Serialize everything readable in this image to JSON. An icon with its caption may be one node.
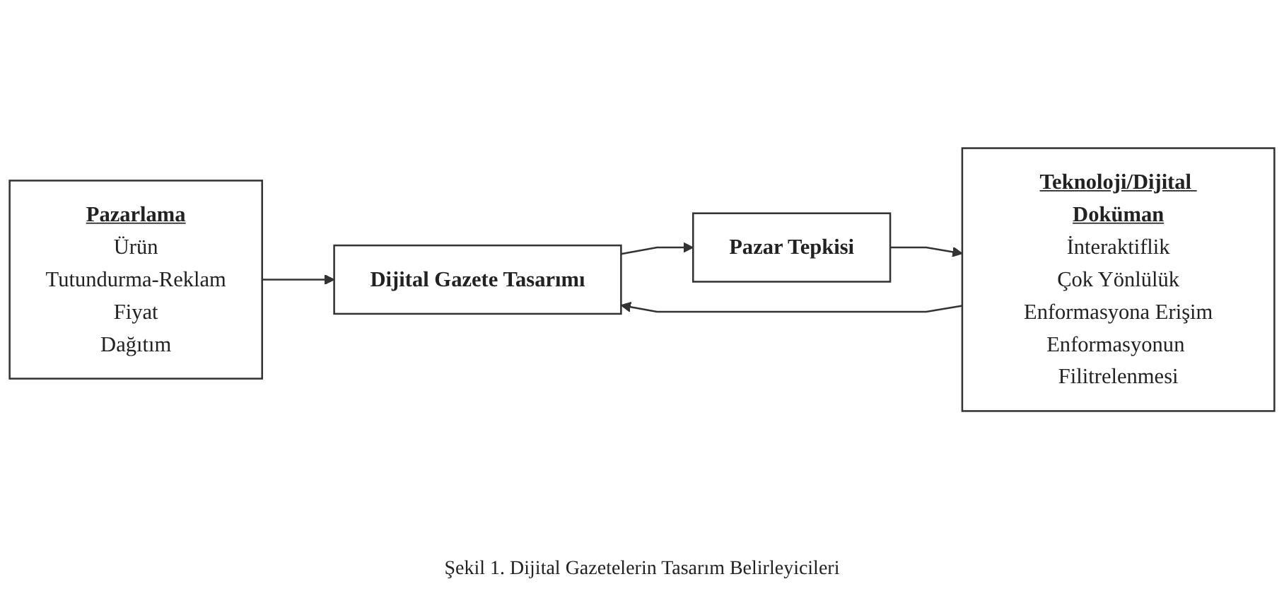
{
  "diagram": {
    "caption": "Şekil 1. Dijital Gazetelerin Tasarım Belirleyicileri",
    "nodes": [
      {
        "text": [
          "Teknoloji/Dijital Doküman",
          "İnteraktiflik",
          "Çok Yönlülük",
          "Enformasyona Erişim",
          "Enformasyonun Filitrelenmesi"
        ]
      },
      {
        "text": [
          "Pazarlama",
          "Ürün",
          "Tutundurma-Reklam",
          "Fiyat",
          "Dağıtım"
        ]
      },
      {
        "text": [
          "Dijital Gazete Tasarımı"
        ]
      },
      {
        "text": [
          "Pazar Tepkisi"
        ]
      }
    ],
    "edges": [
      {
        "from": 0,
        "to": 2,
        "arrow": "to"
      },
      {
        "from": 1,
        "to": 2,
        "arrow": "to"
      },
      {
        "from": 2,
        "to": 3,
        "arrow": "to"
      },
      {
        "from": 3,
        "to": 0,
        "arrow": "to"
      }
    ]
  }
}
